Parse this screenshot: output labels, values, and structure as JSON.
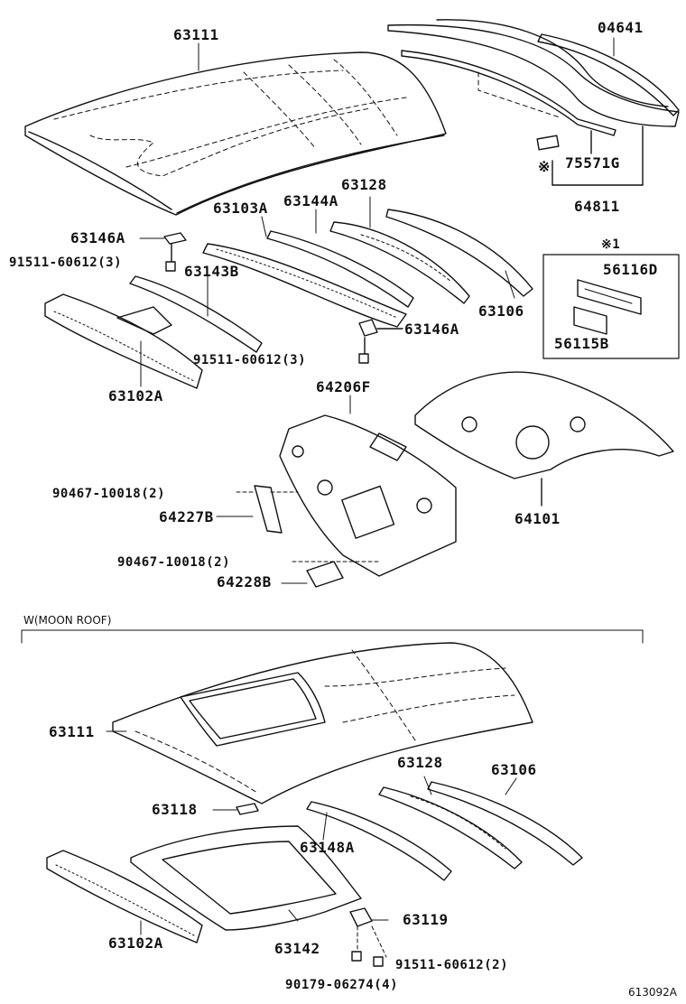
{
  "upper": {
    "labels": {
      "p63111": "63111",
      "p04641": "04641",
      "p75571G": "75571G",
      "p64811": "64811",
      "mark_note": "※",
      "p63128": "63128",
      "p63144A": "63144A",
      "p63103A": "63103A",
      "p63146A_left": "63146A",
      "p91511_left": "91511-60612(3)",
      "p63143B": "63143B",
      "p63106": "63106",
      "p63146A_right": "63146A",
      "p91511_mid": "91511-60612(3)",
      "p63102A": "63102A",
      "p64206F": "64206F",
      "p90467_a": "90467-10018(2)",
      "p64227B": "64227B",
      "p64101": "64101",
      "p90467_b": "90467-10018(2)",
      "p64228B": "64228B"
    },
    "inset": {
      "mark": "※1",
      "p56116D": "56116D",
      "p56115B": "56115B"
    }
  },
  "moon_roof": {
    "caption": "W(MOON ROOF)",
    "labels": {
      "p63111": "63111",
      "p63128": "63128",
      "p63106": "63106",
      "p63118": "63118",
      "p63148A": "63148A",
      "p63119": "63119",
      "p91511": "91511-60612(2)",
      "p63102A": "63102A",
      "p63142": "63142",
      "p90179": "90179-06274(4)"
    }
  },
  "diagram_code": "613092A"
}
